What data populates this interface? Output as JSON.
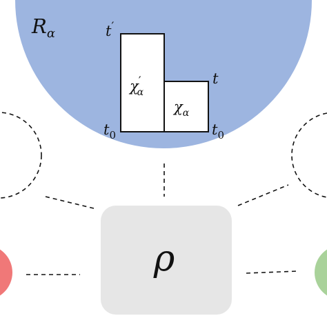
{
  "colors": {
    "region_fill": "#9db5e0",
    "box_fill": "#e6e6e6",
    "left_node_fill": "#f07878",
    "right_node_fill": "#a9d29a",
    "line": "#111111",
    "rect_fill": "#ffffff"
  },
  "region": {
    "label_main": "R",
    "label_sub": "α"
  },
  "bars": {
    "tall": {
      "label_main": "χ",
      "label_prime": "′",
      "label_sub": "α",
      "top_main": "t",
      "top_prime": "′",
      "bottom_main": "t",
      "bottom_sub": "0"
    },
    "short": {
      "label_main": "χ",
      "label_sub": "α",
      "top_main": "t",
      "bottom_main": "t",
      "bottom_sub": "0"
    }
  },
  "center_node": {
    "label": "ρ"
  }
}
